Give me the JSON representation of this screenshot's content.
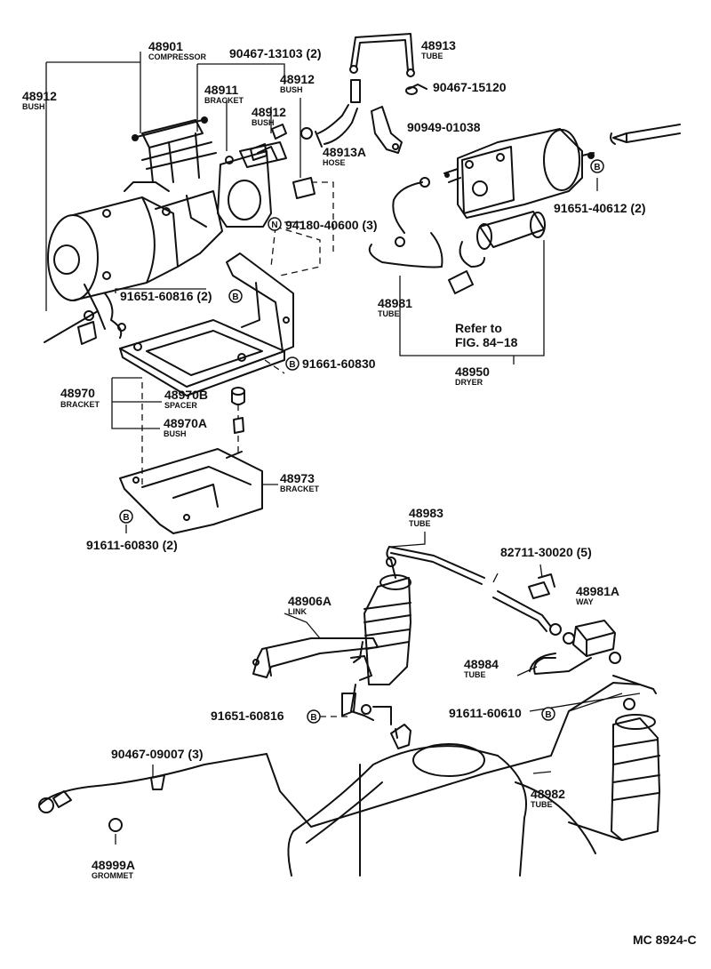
{
  "diagram_id": "MC 8924-C",
  "refer_note": {
    "line1": "Refer to",
    "line2": "FIG. 84−18"
  },
  "labels": [
    {
      "id": "48901",
      "num": "48901",
      "name": "COMPRESSOR"
    },
    {
      "id": "90467-13103",
      "num": "90467-13103 (2)",
      "name": ""
    },
    {
      "id": "48913",
      "num": "48913",
      "name": "TUBE"
    },
    {
      "id": "48912a",
      "num": "48912",
      "name": "BUSH"
    },
    {
      "id": "48912b",
      "num": "48912",
      "name": "BUSH"
    },
    {
      "id": "48912c",
      "num": "48912",
      "name": "BUSH"
    },
    {
      "id": "90467-15120",
      "num": "90467-15120",
      "name": ""
    },
    {
      "id": "48911",
      "num": "48911",
      "name": "BRACKET"
    },
    {
      "id": "90949-01038",
      "num": "90949-01038",
      "name": ""
    },
    {
      "id": "48913A",
      "num": "48913A",
      "name": "HOSE"
    },
    {
      "id": "91651-40612",
      "num": "91651-40612 (2)",
      "name": ""
    },
    {
      "id": "94180-40600",
      "num": "94180-40600 (3)",
      "name": ""
    },
    {
      "id": "91651-60816a",
      "num": "91651-60816 (2)",
      "name": ""
    },
    {
      "id": "48981",
      "num": "48981",
      "name": "TUBE"
    },
    {
      "id": "91661-60830",
      "num": "91661-60830",
      "name": ""
    },
    {
      "id": "48950",
      "num": "48950",
      "name": "DRYER"
    },
    {
      "id": "48970",
      "num": "48970",
      "name": "BRACKET"
    },
    {
      "id": "48970B",
      "num": "48970B",
      "name": "SPACER"
    },
    {
      "id": "48970A",
      "num": "48970A",
      "name": "BUSH"
    },
    {
      "id": "48973",
      "num": "48973",
      "name": "BRACKET"
    },
    {
      "id": "91611-60830",
      "num": "91611-60830 (2)",
      "name": ""
    },
    {
      "id": "48983",
      "num": "48983",
      "name": "TUBE"
    },
    {
      "id": "82711-30020",
      "num": "82711-30020 (5)",
      "name": ""
    },
    {
      "id": "48906A",
      "num": "48906A",
      "name": "LINK"
    },
    {
      "id": "48981A",
      "num": "48981A",
      "name": "WAY"
    },
    {
      "id": "48984",
      "num": "48984",
      "name": "TUBE"
    },
    {
      "id": "91651-60816b",
      "num": "91651-60816",
      "name": ""
    },
    {
      "id": "91611-60610",
      "num": "91611-60610",
      "name": ""
    },
    {
      "id": "90467-09007",
      "num": "90467-09007 (3)",
      "name": ""
    },
    {
      "id": "48982",
      "num": "48982",
      "name": "TUBE"
    },
    {
      "id": "48999A",
      "num": "48999A",
      "name": "GROMMET"
    }
  ],
  "markers": {
    "bolt": "B",
    "nut": "N"
  }
}
